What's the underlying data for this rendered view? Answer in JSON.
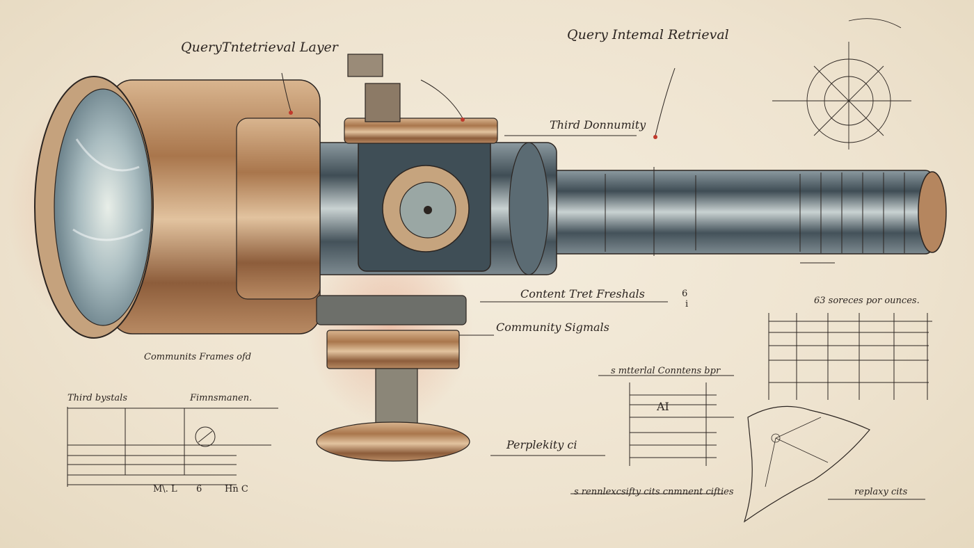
{
  "labels": {
    "query_retrieval_layer": "QueryTntetrieval Layer",
    "query_internal_retrieval": "Query Intemal Retrieval",
    "third_community": "Third Donnumity",
    "content_thresholds": "Content Tret Freshals",
    "community_signals": "Community Sigmals",
    "communities_frames": "Communits Frames ofd",
    "third_signals": "Third bystals",
    "frames_label": "Fimnsmanen.",
    "perplexity": "Perplekity  ci",
    "material_contents": "s mtterlal Conntens bpr",
    "sources_per_ounces": "63 soreces por ounces.",
    "ai_label": "AI",
    "rennlexeity_cits": "s rennlexcsifty cits cnmnent cifties",
    "replaxy_cits": "replaxy cits",
    "tick_ml": "M\\. L",
    "tick_6": "6",
    "tick_hnc": "Hn C",
    "mark_6": "6",
    "mark_i": "i"
  },
  "colors": {
    "paper": "#efe6d4",
    "ink": "#2b2420",
    "copper": "#b0784a",
    "steel": "#5a6a72",
    "accent_red": "#c0392b"
  }
}
